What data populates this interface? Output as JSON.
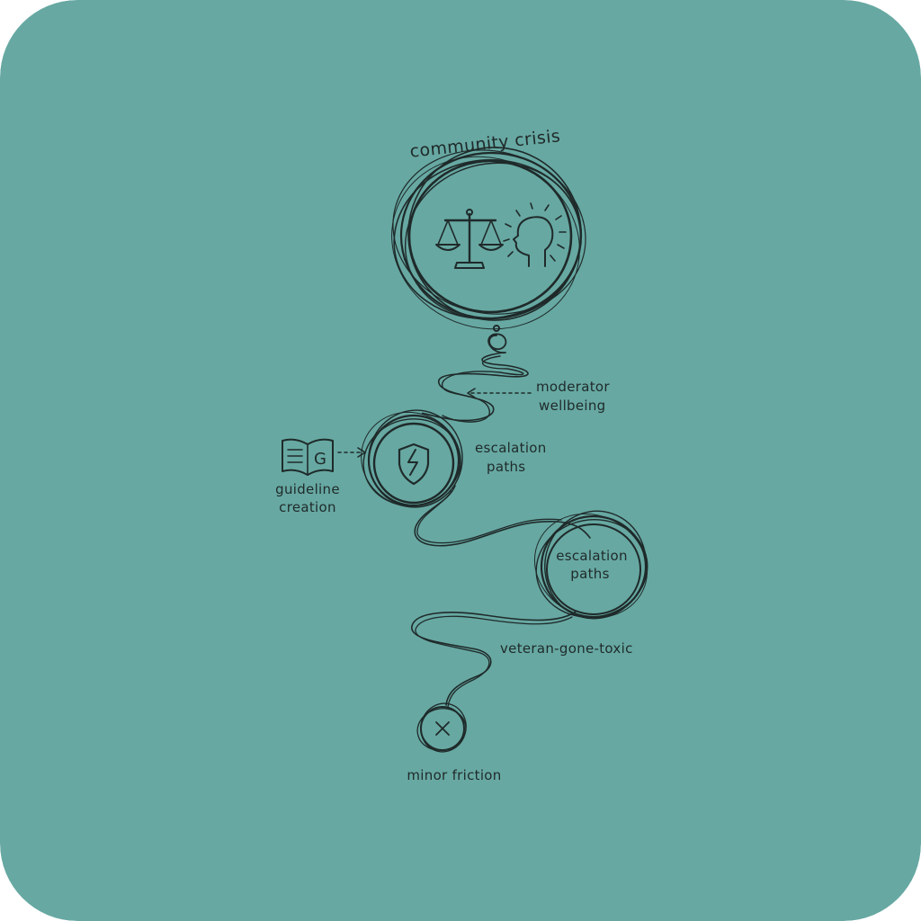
{
  "colors": {
    "background": "#67a8a2",
    "ink": "#1f2a2a"
  },
  "icons": {
    "top": [
      "balance-scale-icon",
      "head-idea-icon"
    ],
    "middle": "broken-shield-icon",
    "book": "guideline-book-icon",
    "end": "x-mark-icon"
  },
  "nodes": {
    "top": {
      "title": "community crisis"
    },
    "middle": {
      "label_line1": "escalation",
      "label_line2": "paths"
    },
    "lower": {
      "label_line1": "escalation",
      "label_line2": "paths"
    },
    "end": {
      "label": "minor friction"
    }
  },
  "annotations": {
    "wellbeing_line1": "moderator",
    "wellbeing_line2": "wellbeing",
    "guideline_line1": "guideline",
    "guideline_line2": "creation",
    "book_letter": "G",
    "veteran": "veteran-gone-toxic"
  }
}
